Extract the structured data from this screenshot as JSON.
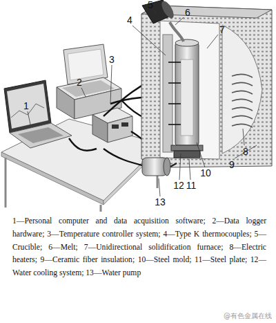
{
  "diagram": {
    "labels": [
      "1",
      "2",
      "3",
      "4",
      "5",
      "6",
      "7",
      "8",
      "9",
      "10",
      "11",
      "12",
      "13",
      "1—Personal computer and data acquisition software;",
      "2—Data logger hardware;",
      "3—Temperature controller system;",
      "4—Type K thermocouples;",
      "5—Crucible;",
      "6—Melt;",
      "7—Unidirectional solidification furnace;",
      "8—Electric heaters;",
      "9—Ceramic fiber insulation;",
      "10—Steel mold;",
      "11—Steel plate;",
      "12—Water cooling system;",
      "13—Water pump",
      "@有色金属在线"
    ]
  }
}
